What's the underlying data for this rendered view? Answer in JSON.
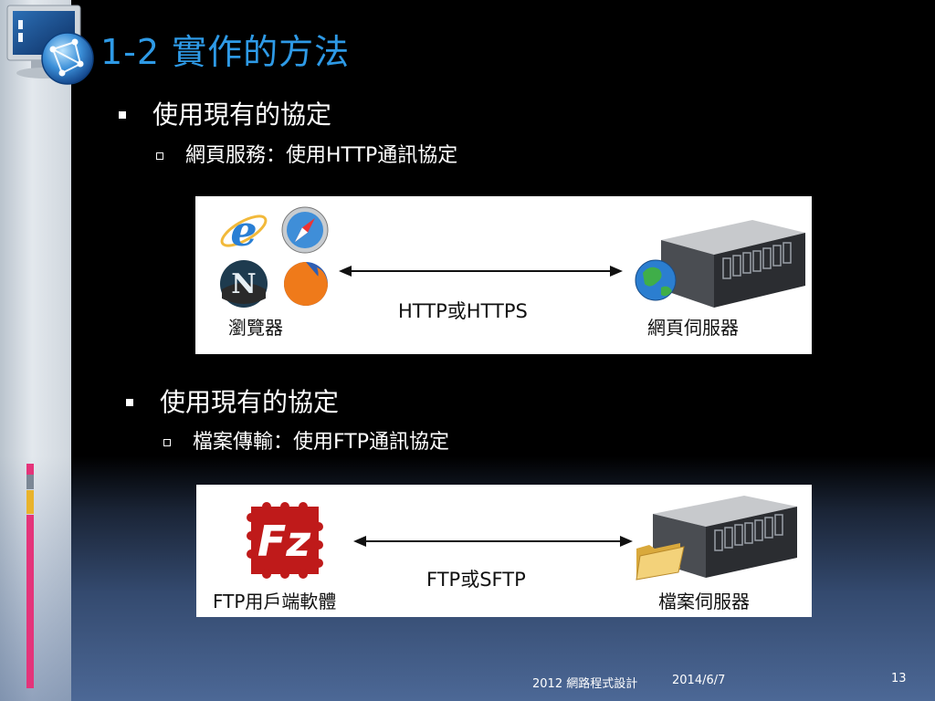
{
  "slide": {
    "title": "1-2 實作的方法",
    "sections": [
      {
        "heading": "使用現有的協定",
        "sub": "網頁服務：使用HTTP通訊協定",
        "diagram": {
          "client_label": "瀏覽器",
          "protocol_label": "HTTP或HTTPS",
          "server_label": "網頁伺服器"
        }
      },
      {
        "heading": "使用現有的協定",
        "sub": "檔案傳輸：使用FTP通訊協定",
        "diagram": {
          "client_label": "FTP用戶端軟體",
          "protocol_label": "FTP或SFTP",
          "server_label": "檔案伺服器"
        }
      }
    ]
  },
  "footer": {
    "course": "2012 網路程式設計",
    "date": "2014/6/7",
    "page": "13"
  },
  "colors": {
    "title": "#2e9ae6",
    "accent_pink": "#e4347a",
    "accent_gold": "#e9b32c"
  },
  "icons": [
    "computer-globe-logo",
    "ie-icon",
    "safari-icon",
    "netscape-icon",
    "firefox-icon",
    "server-icon",
    "globe-icon",
    "filezilla-icon",
    "folder-icon",
    "double-arrow-icon"
  ]
}
